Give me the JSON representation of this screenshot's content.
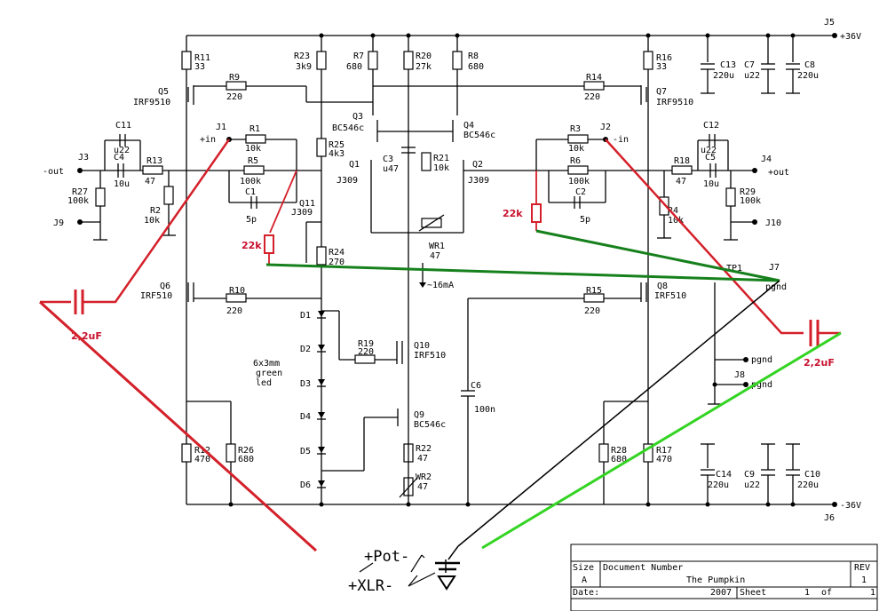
{
  "rails": {
    "pos_label": "+36V",
    "neg_label": "-36V",
    "j_pos": "J5",
    "j_neg": "J6"
  },
  "connectors": {
    "J1": "J1",
    "J1_sig": "+in",
    "J2": "J2",
    "J2_sig": "-in",
    "J3": "J3",
    "J3_sig": "-out",
    "J4": "J4",
    "J4_sig": "+out",
    "J7": "J7",
    "J7_sig": "pgnd",
    "J7_tp": "TP1",
    "J8": "J8",
    "J8_sig1": "pgnd",
    "J8_sig2": "pgnd",
    "J9": "J9",
    "J10": "J10"
  },
  "components": {
    "R11": [
      "R11",
      "33"
    ],
    "R23": [
      "R23",
      "3k9"
    ],
    "R7": [
      "R7",
      "680"
    ],
    "R20": [
      "R20",
      "27k"
    ],
    "R8": [
      "R8",
      "680"
    ],
    "R16": [
      "R16",
      "33"
    ],
    "R9": [
      "R9",
      "220"
    ],
    "R14": [
      "R14",
      "220"
    ],
    "R1": [
      "R1",
      "10k"
    ],
    "R3": [
      "R3",
      "10k"
    ],
    "R5": [
      "R5",
      "100k"
    ],
    "R6": [
      "R6",
      "100k"
    ],
    "R13": [
      "R13",
      "47"
    ],
    "R18": [
      "R18",
      "47"
    ],
    "R27": [
      "R27",
      "100k"
    ],
    "R29": [
      "R29",
      "100k"
    ],
    "R2": [
      "R2",
      "10k"
    ],
    "R4": [
      "R4",
      "10k"
    ],
    "R25": [
      "R25",
      "4k3"
    ],
    "R21": [
      "R21",
      "10k"
    ],
    "R24": [
      "R24",
      "270"
    ],
    "R10": [
      "R10",
      "220"
    ],
    "R15": [
      "R15",
      "220"
    ],
    "R19": [
      "R19",
      "220"
    ],
    "R22": [
      "R22",
      "47"
    ],
    "R12": [
      "R12",
      "470"
    ],
    "R26": [
      "R26",
      "680"
    ],
    "R28": [
      "R28",
      "680"
    ],
    "R17": [
      "R17",
      "470"
    ],
    "C11": [
      "C11",
      "u22"
    ],
    "C4": [
      "C4",
      "10u"
    ],
    "C12": [
      "C12",
      "u22"
    ],
    "C5": [
      "C5",
      "10u"
    ],
    "C1": [
      "C1",
      "5p"
    ],
    "C2": [
      "C2",
      "5p"
    ],
    "C3": [
      "C3",
      "u47"
    ],
    "C6": [
      "C6",
      "100n"
    ],
    "C13": [
      "C13",
      "220u"
    ],
    "C7": [
      "C7",
      "u22"
    ],
    "C8": [
      "C8",
      "220u"
    ],
    "C14": [
      "C14",
      "220u"
    ],
    "C9": [
      "C9",
      "u22"
    ],
    "C10": [
      "C10",
      "220u"
    ],
    "Q1": [
      "Q1",
      "J309"
    ],
    "Q2": [
      "Q2",
      "J309"
    ],
    "Q3": [
      "Q3",
      "BC546c"
    ],
    "Q4": [
      "Q4",
      "BC546c"
    ],
    "Q5": [
      "Q5",
      "IRF9510"
    ],
    "Q7": [
      "Q7",
      "IRF9510"
    ],
    "Q6": [
      "Q6",
      "IRF510"
    ],
    "Q8": [
      "Q8",
      "IRF510"
    ],
    "Q9": [
      "Q9",
      "BC546c"
    ],
    "Q10": [
      "Q10",
      "IRF510"
    ],
    "Q11": [
      "Q11",
      "J309"
    ],
    "WR1": [
      "WR1",
      "47"
    ],
    "WR2": [
      "WR2",
      "47"
    ],
    "D1": "D1",
    "D2": "D2",
    "D3": "D3",
    "D4": "D4",
    "D5": "D5",
    "D6": "D6",
    "led_note": [
      "6x3mm",
      "green",
      "led"
    ],
    "current_note": "~16mA"
  },
  "annotations": {
    "added_r_left": "22k",
    "added_r_right": "22k",
    "added_c_left": "2,2uF",
    "added_c_right": "2,2uF",
    "pot": "+Pot-",
    "xlr": "+XLR-"
  },
  "title_block": {
    "size_label": "Size",
    "size": "A",
    "docnum_label": "Document Number",
    "title": "The Pumpkin",
    "rev_label": "REV",
    "rev": "1",
    "date_label": "Date:",
    "date": "2007",
    "sheet_label": "Sheet",
    "sheet_num": "1",
    "sheet_of": "of",
    "sheet_total": "1"
  },
  "colors": {
    "red_wire": "#d4202a",
    "green_wire": "#16801c",
    "light_green": "#33d422",
    "black_wire": "#000000",
    "bg": "#ffffff"
  }
}
